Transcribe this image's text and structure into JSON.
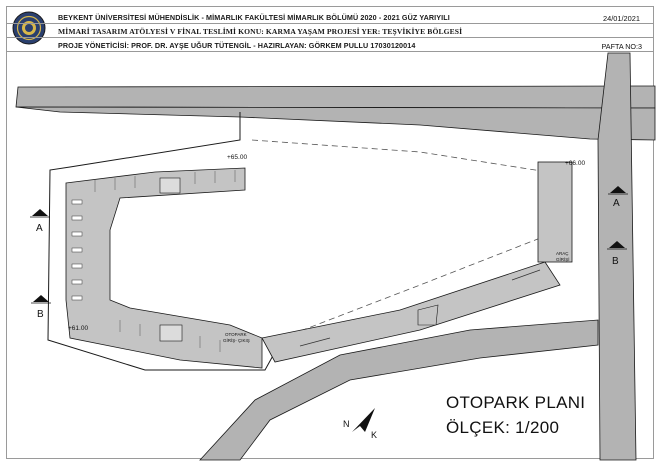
{
  "header": {
    "line1": "BEYKENT ÜNİVERSİTESİ MÜHENDİSLİK - MİMARLIK FAKÜLTESİ MİMARLIK BÖLÜMÜ 2020 - 2021 GÜZ YARIYILI",
    "line2": "MİMARİ TASARIM ATÖLYESİ V FİNAL TESLİMİ KONU: KARMA YAŞAM PROJESİ   YER: TEŞVİKİYE BÖLGESİ",
    "line3": "PROJE YÖNETİCİSİ: PROF. DR. AYŞE UĞUR TÜTENGİL -  HAZIRLAYAN: GÖRKEM PULLU 17030120014",
    "date": "24/01/2021",
    "sheet": "PAFTA NO:3"
  },
  "plan": {
    "title": "OTOPARK PLANI",
    "scale": "ÖLÇEK: 1/200",
    "levels": {
      "top": "+65.00",
      "right": "+66.00",
      "bottom": "+61.00"
    },
    "labels": {
      "entrance": "OTOPARK\nGİRİŞ- ÇIKIŞ",
      "vehicle": "ARAÇ\nGİRİŞİ"
    },
    "sections": {
      "a_left": "A",
      "b_left": "B",
      "a_right": "A",
      "b_right": "B"
    },
    "north": {
      "n": "N",
      "k": "K"
    }
  },
  "colors": {
    "road": "#b3b3b3",
    "building": "#c4c4c4",
    "line": "#1a1a1a"
  }
}
